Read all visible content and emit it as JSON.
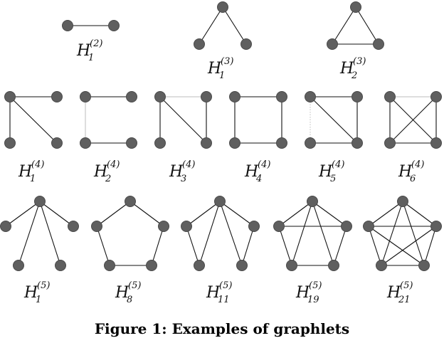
{
  "caption": "Figure 1: Examples of graphlets",
  "graphlets": [
    {
      "id": "H1_2",
      "letter": "H",
      "sub": "1",
      "sup": "(2)"
    },
    {
      "id": "H1_3",
      "letter": "H",
      "sub": "1",
      "sup": "(3)"
    },
    {
      "id": "H2_3",
      "letter": "H",
      "sub": "2",
      "sup": "(3)"
    },
    {
      "id": "H1_4",
      "letter": "H",
      "sub": "1",
      "sup": "(4)"
    },
    {
      "id": "H2_4",
      "letter": "H",
      "sub": "2",
      "sup": "(4)"
    },
    {
      "id": "H3_4",
      "letter": "H",
      "sub": "3",
      "sup": "(4)"
    },
    {
      "id": "H4_4",
      "letter": "H",
      "sub": "4",
      "sup": "(4)"
    },
    {
      "id": "H5_4",
      "letter": "H",
      "sub": "5",
      "sup": "(4)"
    },
    {
      "id": "H6_4",
      "letter": "H",
      "sub": "6",
      "sup": "(4)"
    },
    {
      "id": "H1_5",
      "letter": "H",
      "sub": "1",
      "sup": "(5)"
    },
    {
      "id": "H8_5",
      "letter": "H",
      "sub": "8",
      "sup": "(5)"
    },
    {
      "id": "H11_5",
      "letter": "H",
      "sub": "11",
      "sup": "(5)"
    },
    {
      "id": "H19_5",
      "letter": "H",
      "sub": "19",
      "sup": "(5)"
    },
    {
      "id": "H21_5",
      "letter": "H",
      "sub": "21",
      "sup": "(5)"
    }
  ]
}
